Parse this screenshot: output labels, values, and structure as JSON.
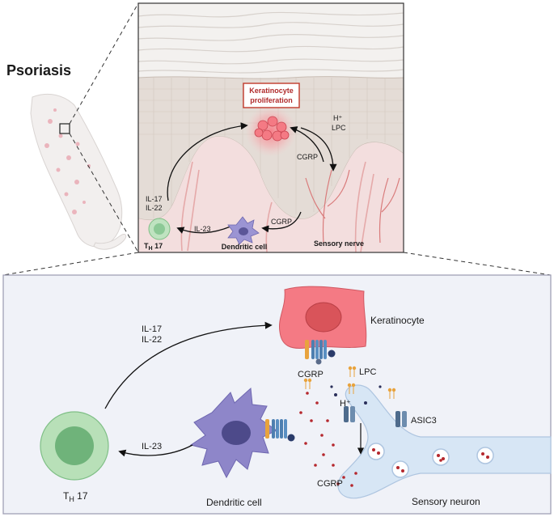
{
  "title": "Psoriasis",
  "inset": {
    "keratinocyte_box": [
      "Keratinocyte",
      "proliferation"
    ],
    "h_plus": "H⁺",
    "lpc": "LPC",
    "cgrp_upper": "CGRP",
    "il17": "IL-17",
    "il22": "IL-22",
    "il23": "IL-23",
    "cgrp_lower": "CGRP",
    "th17_main": "T",
    "th17_sub": "H",
    "th17_num": " 17",
    "dendritic": "Dendritic cell",
    "sensory_nerve": "Sensory nerve"
  },
  "detail": {
    "keratinocyte": "Keratinocyte",
    "il17": "IL-17",
    "il22": "IL-22",
    "cgrp_receptor": "CGRP",
    "lpc": "LPC",
    "h_plus": "H⁺",
    "asic3": "ASIC3",
    "il23": "IL-23",
    "cgrp_released": "CGRP",
    "th17_main": "T",
    "th17_sub": "H",
    "th17_num": " 17",
    "dendritic": "Dendritic cell",
    "sensory_neuron": "Sensory neuron"
  },
  "colors": {
    "keratinocyte": "#f07b7b",
    "nucleus_red": "#d9545a",
    "th17": "#a8d8a8",
    "th17_nucleus": "#6fb37a",
    "dendritic": "#8e86c9",
    "dendritic_nucleus": "#4d4a8a",
    "neuron": "#cfe0f3",
    "skin_top": "#ebe7e4",
    "dermis": "#f3d9d9",
    "panel_border": "#9a9ab0"
  }
}
